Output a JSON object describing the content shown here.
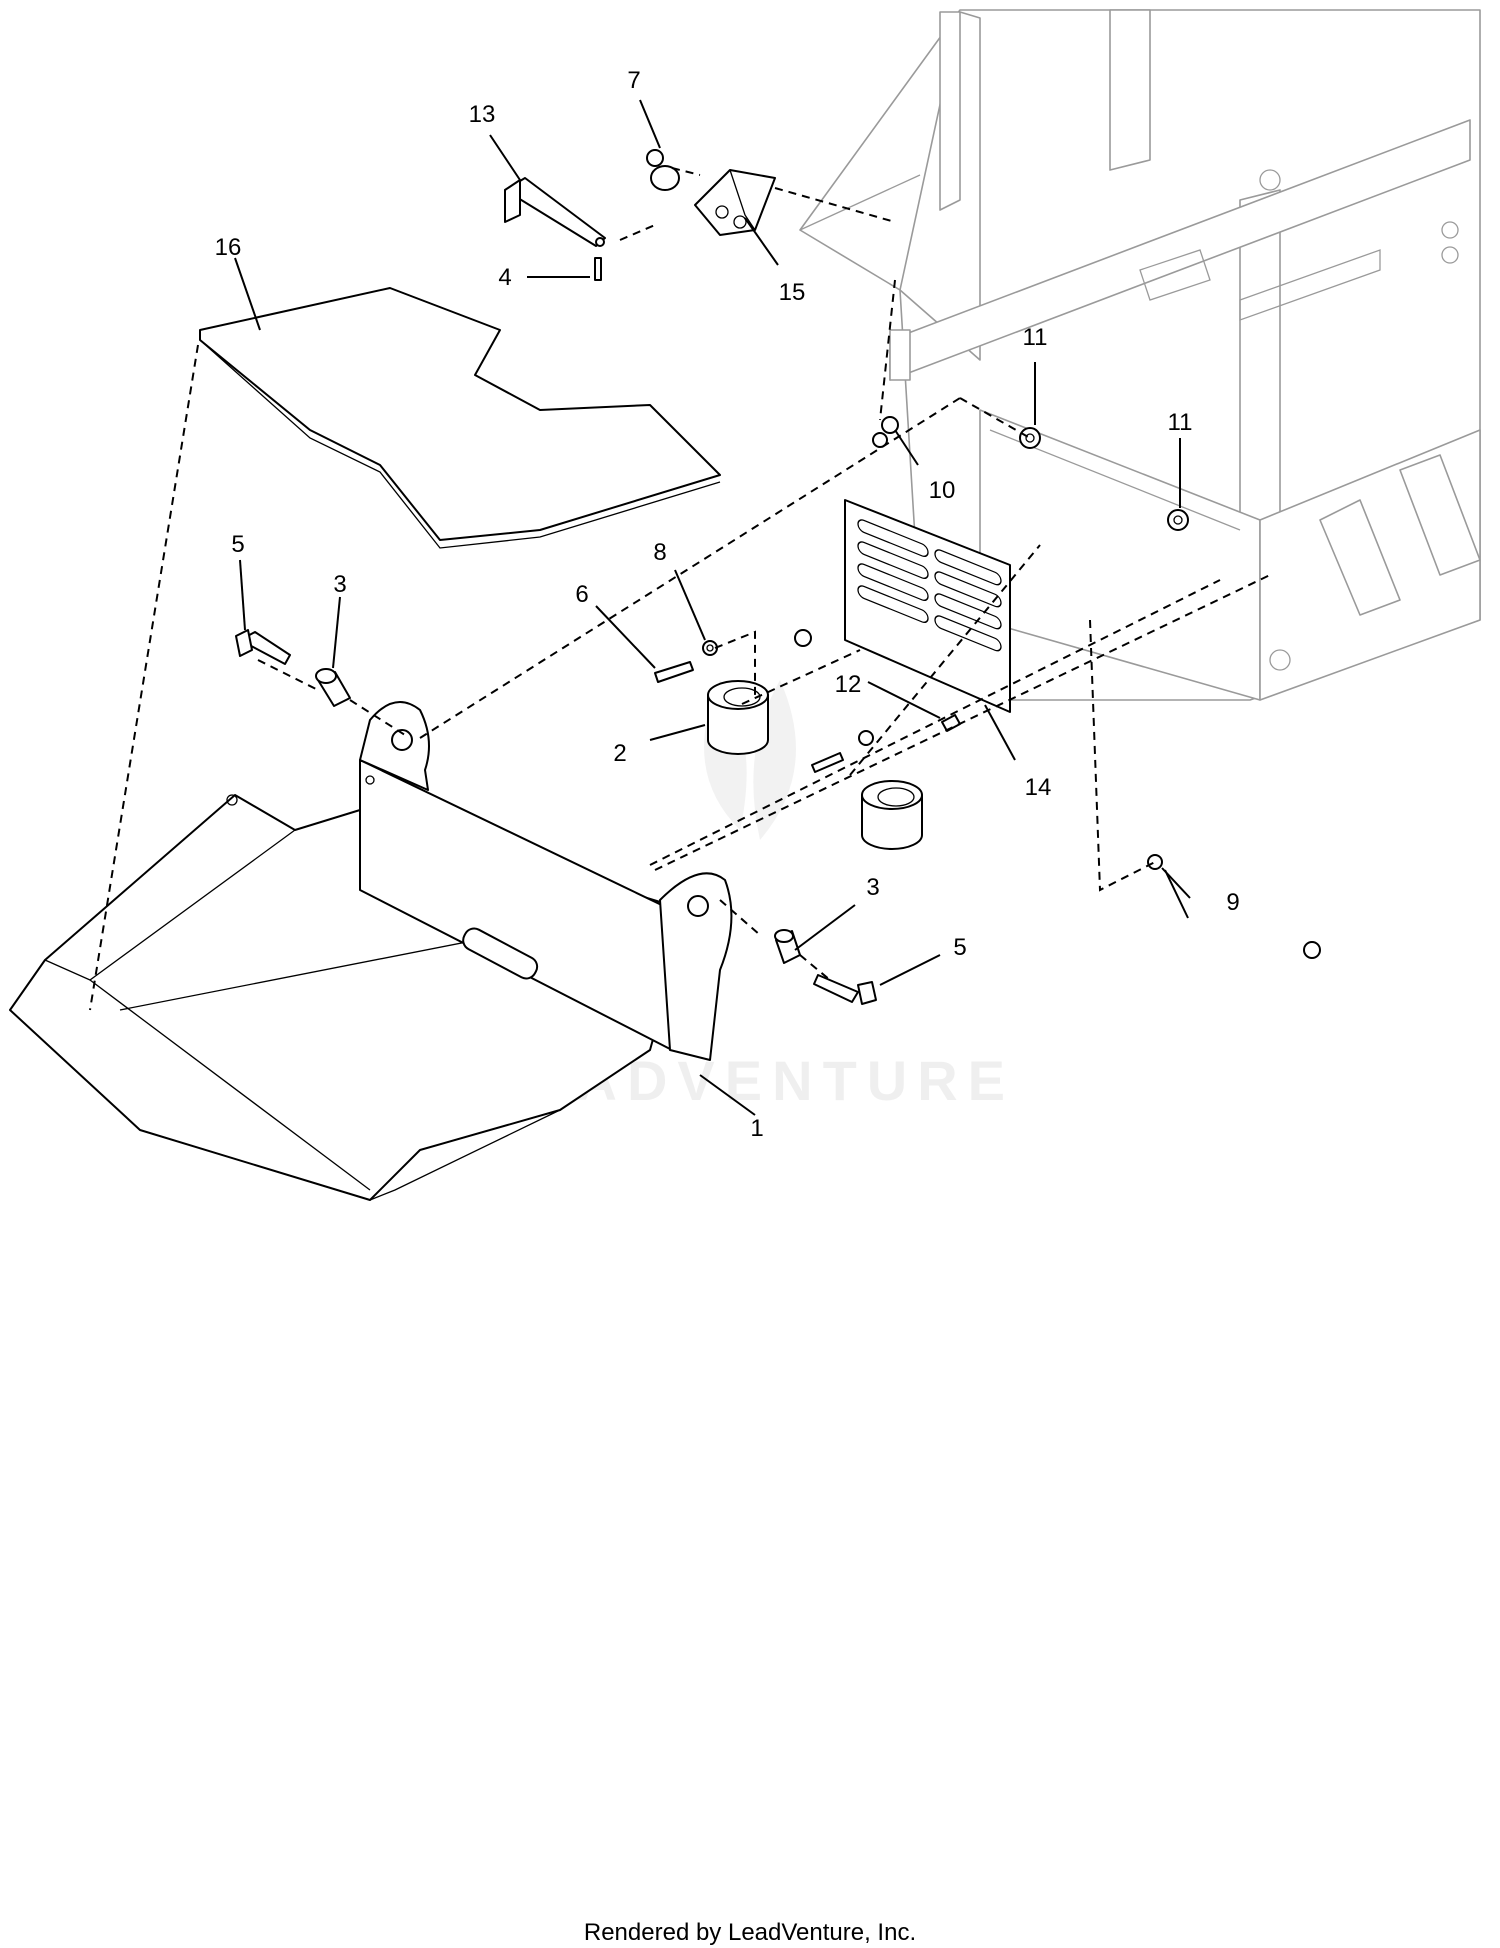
{
  "diagram": {
    "callouts": [
      {
        "id": "c1",
        "text": "1"
      },
      {
        "id": "c2",
        "text": "2"
      },
      {
        "id": "c3a",
        "text": "3"
      },
      {
        "id": "c3b",
        "text": "3"
      },
      {
        "id": "c4",
        "text": "4"
      },
      {
        "id": "c5a",
        "text": "5"
      },
      {
        "id": "c5b",
        "text": "5"
      },
      {
        "id": "c6",
        "text": "6"
      },
      {
        "id": "c7",
        "text": "7"
      },
      {
        "id": "c8",
        "text": "8"
      },
      {
        "id": "c9",
        "text": "9"
      },
      {
        "id": "c10",
        "text": "10"
      },
      {
        "id": "c11a",
        "text": "11"
      },
      {
        "id": "c11b",
        "text": "11"
      },
      {
        "id": "c12",
        "text": "12"
      },
      {
        "id": "c13",
        "text": "13"
      },
      {
        "id": "c14",
        "text": "14"
      },
      {
        "id": "c15",
        "text": "15"
      },
      {
        "id": "c16",
        "text": "16"
      }
    ],
    "watermark": "LEADVENTURE",
    "footer": "Rendered by LeadVenture, Inc."
  }
}
